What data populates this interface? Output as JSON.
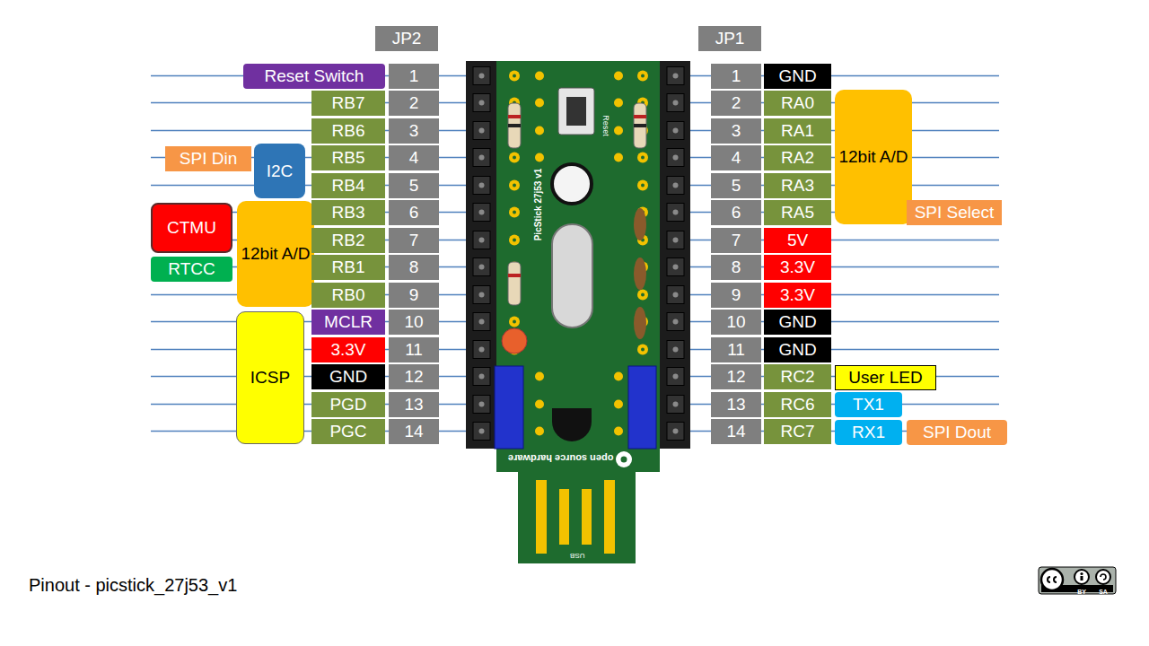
{
  "diagram": {
    "caption": "Pinout - picstick_27j53_v1",
    "nodes": [
      {
        "text": [
          "JP2"
        ]
      },
      {
        "text": [
          "JP1"
        ]
      },
      {
        "text": [
          "Reset Switch"
        ]
      },
      {
        "text": [
          "1"
        ]
      },
      {
        "text": [
          "1"
        ]
      },
      {
        "text": [
          "GND"
        ]
      },
      {
        "text": [
          "RB7"
        ]
      },
      {
        "text": [
          "2"
        ]
      },
      {
        "text": [
          "2"
        ]
      },
      {
        "text": [
          "RA0"
        ]
      },
      {
        "text": [
          "RB6"
        ]
      },
      {
        "text": [
          "3"
        ]
      },
      {
        "text": [
          "3"
        ]
      },
      {
        "text": [
          "RA1"
        ]
      },
      {
        "text": [
          "12bit A/D"
        ]
      },
      {
        "text": [
          "SPI Din"
        ]
      },
      {
        "text": [
          "I2C"
        ]
      },
      {
        "text": [
          "RB5"
        ]
      },
      {
        "text": [
          "4"
        ]
      },
      {
        "text": [
          "4"
        ]
      },
      {
        "text": [
          "RA2"
        ]
      },
      {
        "text": [
          "RB4"
        ]
      },
      {
        "text": [
          "5"
        ]
      },
      {
        "text": [
          "5"
        ]
      },
      {
        "text": [
          "RA3"
        ]
      },
      {
        "text": [
          "CTMU"
        ]
      },
      {
        "text": [
          "12bit A/D"
        ]
      },
      {
        "text": [
          "RB3"
        ]
      },
      {
        "text": [
          "6"
        ]
      },
      {
        "text": [
          "6"
        ]
      },
      {
        "text": [
          "RA5"
        ]
      },
      {
        "text": [
          "SPI Select"
        ]
      },
      {
        "text": [
          "RB2"
        ]
      },
      {
        "text": [
          "7"
        ]
      },
      {
        "text": [
          "7"
        ]
      },
      {
        "text": [
          "5V"
        ]
      },
      {
        "text": [
          "RTCC"
        ]
      },
      {
        "text": [
          "RB1"
        ]
      },
      {
        "text": [
          "8"
        ]
      },
      {
        "text": [
          "8"
        ]
      },
      {
        "text": [
          "3.3V"
        ]
      },
      {
        "text": [
          "RB0"
        ]
      },
      {
        "text": [
          "9"
        ]
      },
      {
        "text": [
          "9"
        ]
      },
      {
        "text": [
          "3.3V"
        ]
      },
      {
        "text": [
          "ICSP"
        ]
      },
      {
        "text": [
          "MCLR"
        ]
      },
      {
        "text": [
          "10"
        ]
      },
      {
        "text": [
          "10"
        ]
      },
      {
        "text": [
          "GND"
        ]
      },
      {
        "text": [
          "3.3V"
        ]
      },
      {
        "text": [
          "11"
        ]
      },
      {
        "text": [
          "11"
        ]
      },
      {
        "text": [
          "GND"
        ]
      },
      {
        "text": [
          "GND"
        ]
      },
      {
        "text": [
          "12"
        ]
      },
      {
        "text": [
          "12"
        ]
      },
      {
        "text": [
          "RC2"
        ]
      },
      {
        "text": [
          "User LED"
        ]
      },
      {
        "text": [
          "PGD"
        ]
      },
      {
        "text": [
          "13"
        ]
      },
      {
        "text": [
          "13"
        ]
      },
      {
        "text": [
          "RC6"
        ]
      },
      {
        "text": [
          "TX1"
        ]
      },
      {
        "text": [
          "PGC"
        ]
      },
      {
        "text": [
          "14"
        ]
      },
      {
        "text": [
          "14"
        ]
      },
      {
        "text": [
          "RC7"
        ]
      },
      {
        "text": [
          "RX1"
        ]
      },
      {
        "text": [
          "SPI Dout"
        ]
      }
    ],
    "labels": [
      "PicStick 27j53 v1",
      "Reset",
      "open source hardware",
      "USB",
      "BY",
      "SA"
    ]
  }
}
